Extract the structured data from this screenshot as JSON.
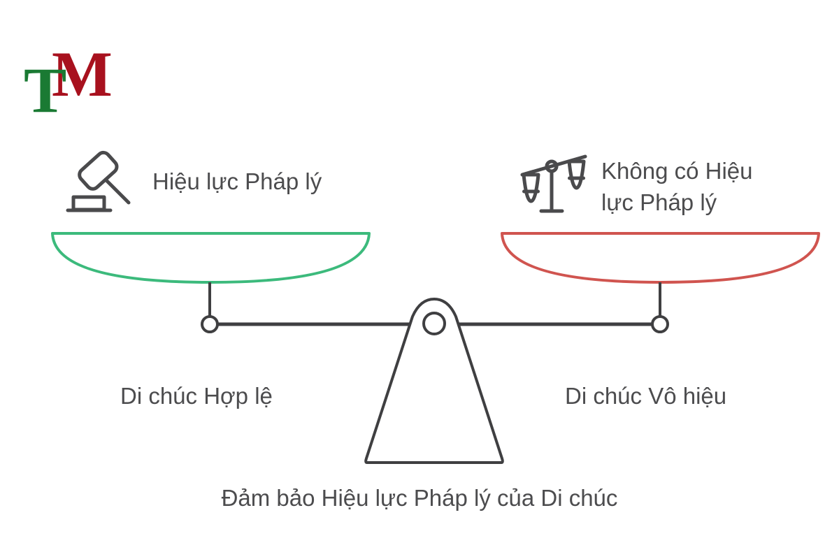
{
  "page": {
    "background_color": "#ffffff",
    "text_color": "#4c4c4e"
  },
  "logo": {
    "name": "TM monogram",
    "letter_m": "M",
    "letter_t": "T",
    "color_m": "#a8111e",
    "color_t": "#1a7a33"
  },
  "diagram": {
    "type": "balance-scale",
    "title": "Đảm bảo Hiệu lực Pháp lý của Di chúc",
    "stroke_color": "#3f3f41",
    "left": {
      "icon": "gavel-icon",
      "pan_label": "Hiệu lực Pháp lý",
      "outcome_label": "Di chúc Hợp lệ",
      "pan_color": "#3cba7c"
    },
    "right": {
      "icon": "scales-of-justice-icon",
      "pan_label": "Không có Hiệu\nlực Pháp lý",
      "outcome_label": "Di chúc Vô hiệu",
      "pan_color": "#d0544f"
    }
  }
}
